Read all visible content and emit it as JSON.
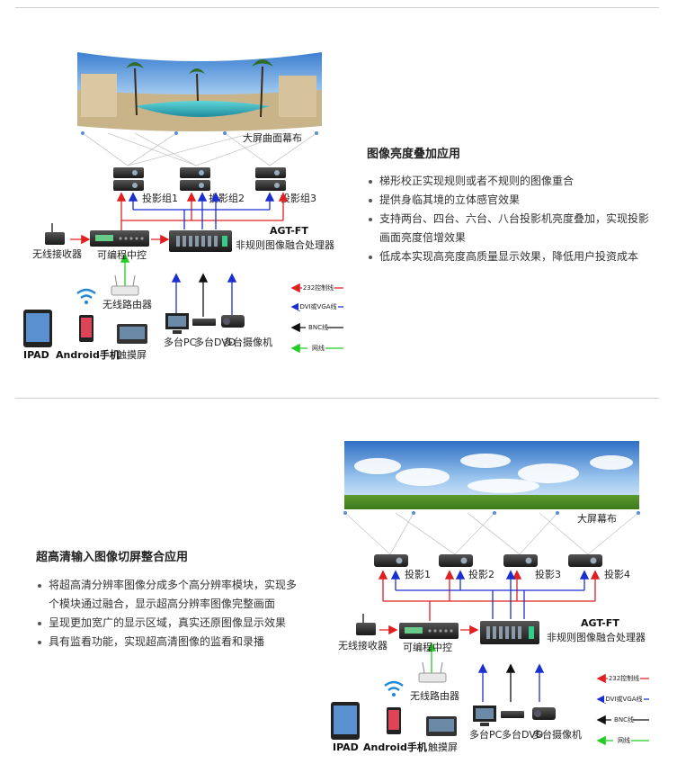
{
  "section1": {
    "title": "图像亮度叠加应用",
    "bullets": [
      "梯形校正实现规则或者不规则的图像重合",
      "提供身临其境的立体感官效果",
      "支持两台、四台、六台、八台投影机亮度叠加，实现投影画面亮度倍增效果",
      "低成本实现高亮度高质量显示效果，降低用户投资成本"
    ],
    "diagram": {
      "screen_label": "大屏曲面幕布",
      "projector_groups": [
        "投影组1",
        "投影组2",
        "投影组3"
      ],
      "processor_model": "AGT-FT",
      "processor_desc": "非规则图像融合处理器",
      "receiver": "无线接收器",
      "controller": "可编程中控",
      "router": "无线路由器",
      "devices": [
        "IPAD",
        "Android手机",
        "触摸屏"
      ],
      "sources": [
        "多台PC",
        "多台DVD",
        "多台摄像机"
      ],
      "legend": [
        "232控制线",
        "DVI或VGA线",
        "BNC线",
        "网线"
      ]
    }
  },
  "section2": {
    "title": "超高清输入图像切屏整合应用",
    "bullets": [
      "将超高清分辨率图像分成多个高分辨率模块，实现多个模块通过融合，显示超高分辨率图像完整画面",
      "呈现更加宽广的显示区域，真实还原图像显示效果",
      "具有监看功能，实现超高清图像的监看和录播"
    ],
    "diagram": {
      "screen_label": "大屏幕布",
      "projectors": [
        "投影1",
        "投影2",
        "投影3",
        "投影4"
      ],
      "processor_model": "AGT-FT",
      "processor_desc": "非规则图像融合处理器",
      "receiver": "无线接收器",
      "controller": "可编程中控",
      "router": "无线路由器",
      "devices": [
        "IPAD",
        "Android手机",
        "触摸屏"
      ],
      "sources": [
        "多台PC",
        "多台DVD",
        "多台摄像机"
      ],
      "legend": [
        "232控制线",
        "DVI或VGA线",
        "BNC线",
        "网线"
      ]
    }
  },
  "colors": {
    "control": "#e02020",
    "dvi": "#1a2fd0",
    "bnc": "#111111",
    "net": "#22cc22"
  }
}
